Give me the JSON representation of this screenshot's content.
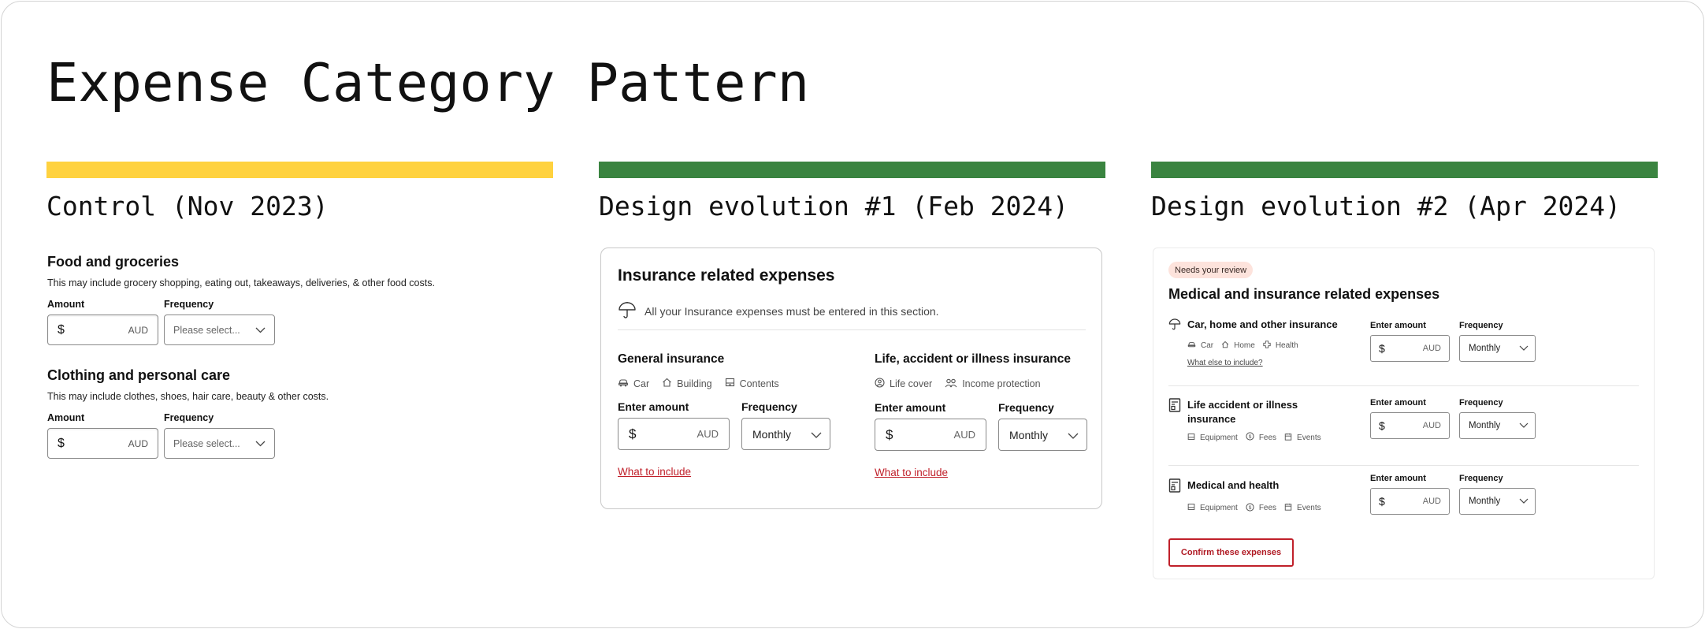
{
  "page": {
    "title": "Expense Category Pattern"
  },
  "colors": {
    "control_bar": "#FFD23F",
    "evolution_bar": "#3A8440",
    "link_red": "#C0202A",
    "badge_bg": "#FDE3DC"
  },
  "control": {
    "title": "Control (Nov 2023)",
    "sections": [
      {
        "heading": "Food and groceries",
        "description": "This may include grocery shopping, eating out, takeaways, deliveries, & other food costs.",
        "amount_label": "Amount",
        "frequency_label": "Frequency",
        "currency_symbol": "$",
        "currency_unit": "AUD",
        "frequency_placeholder": "Please select..."
      },
      {
        "heading": "Clothing and personal care",
        "description": "This may include clothes, shoes, hair care, beauty & other costs.",
        "amount_label": "Amount",
        "frequency_label": "Frequency",
        "currency_symbol": "$",
        "currency_unit": "AUD",
        "frequency_placeholder": "Please select..."
      }
    ]
  },
  "evolution1": {
    "title": "Design evolution #1 (Feb 2024)",
    "card_title": "Insurance related expenses",
    "note": "All your Insurance expenses must be entered in this section.",
    "note_icon": "umbrella-icon",
    "blocks": [
      {
        "heading": "General insurance",
        "tags": [
          {
            "icon": "car-icon",
            "label": "Car"
          },
          {
            "icon": "home-icon",
            "label": "Building"
          },
          {
            "icon": "box-icon",
            "label": "Contents"
          }
        ],
        "amount_label": "Enter amount",
        "frequency_label": "Frequency",
        "currency_symbol": "$",
        "currency_unit": "AUD",
        "frequency_value": "Monthly",
        "link": "What to include"
      },
      {
        "heading": "Life, accident or illness insurance",
        "tags": [
          {
            "icon": "person-circle-icon",
            "label": "Life cover"
          },
          {
            "icon": "people-icon",
            "label": "Income protection"
          }
        ],
        "amount_label": "Enter amount",
        "frequency_label": "Frequency",
        "currency_symbol": "$",
        "currency_unit": "AUD",
        "frequency_value": "Monthly",
        "link": "What to include"
      }
    ]
  },
  "evolution2": {
    "title": "Design evolution #2 (Apr 2024)",
    "badge": "Needs your review",
    "card_title": "Medical and insurance related expenses",
    "rows": [
      {
        "name": "Car, home and other insurance",
        "icon": "umbrella-icon",
        "tags": [
          {
            "icon": "car-icon",
            "label": "Car"
          },
          {
            "icon": "home-icon",
            "label": "Home"
          },
          {
            "icon": "health-icon",
            "label": "Health"
          }
        ],
        "link": "What else to include?",
        "amount_label": "Enter amount",
        "frequency_label": "Frequency",
        "currency_symbol": "$",
        "currency_unit": "AUD",
        "frequency_value": "Monthly"
      },
      {
        "name": "Life accident or illness insurance",
        "icon": "document-icon",
        "tags": [
          {
            "icon": "box-icon",
            "label": "Equipment"
          },
          {
            "icon": "dollar-circle-icon",
            "label": "Fees"
          },
          {
            "icon": "calendar-icon",
            "label": "Events"
          }
        ],
        "amount_label": "Enter amount",
        "frequency_label": "Frequency",
        "currency_symbol": "$",
        "currency_unit": "AUD",
        "frequency_value": "Monthly"
      },
      {
        "name": "Medical and health",
        "icon": "document-icon",
        "tags": [
          {
            "icon": "box-icon",
            "label": "Equipment"
          },
          {
            "icon": "dollar-circle-icon",
            "label": "Fees"
          },
          {
            "icon": "calendar-icon",
            "label": "Events"
          }
        ],
        "amount_label": "Enter amount",
        "frequency_label": "Frequency",
        "currency_symbol": "$",
        "currency_unit": "AUD",
        "frequency_value": "Monthly"
      }
    ],
    "confirm_button": "Confirm these expenses"
  }
}
